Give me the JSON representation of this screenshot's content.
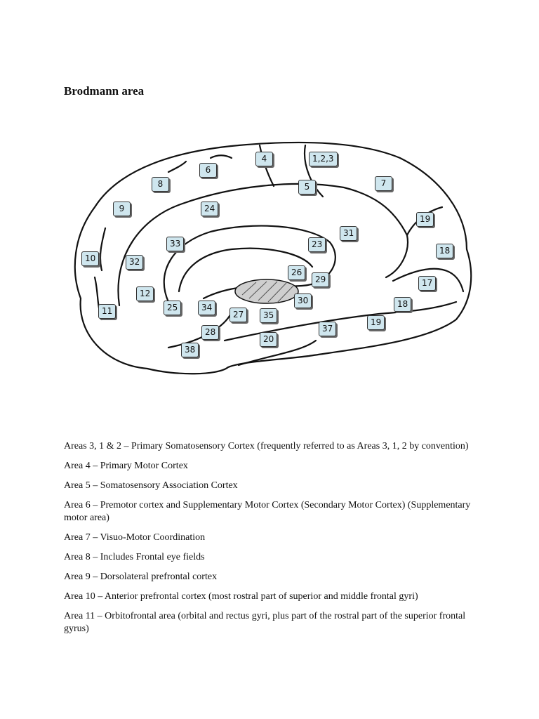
{
  "document": {
    "title": "Brodmann area"
  },
  "figure": {
    "labels": {
      "a4": "4",
      "a123": "1,2,3",
      "a6": "6",
      "a8": "8",
      "a5": "5",
      "a7": "7",
      "a9": "9",
      "a24": "24",
      "a31": "31",
      "a19a": "19",
      "a18a": "18",
      "a33": "33",
      "a23": "23",
      "a10": "10",
      "a32": "32",
      "a26": "26",
      "a29": "29",
      "a17": "17",
      "a12": "12",
      "a30": "30",
      "a18b": "18",
      "a11": "11",
      "a25": "25",
      "a34": "34",
      "a27": "27",
      "a35": "35",
      "a19b": "19",
      "a37": "37",
      "a28": "28",
      "a20": "20",
      "a38": "38"
    }
  },
  "areas": [
    "Areas 3, 1 & 2 – Primary Somatosensory Cortex (frequently referred to as Areas 3, 1, 2 by convention)",
    "Area 4 – Primary Motor Cortex",
    "Area 5 – Somatosensory Association Cortex",
    "Area 6 – Premotor cortex and Supplementary Motor Cortex (Secondary Motor Cortex) (Supplementary motor area)",
    "Area 7 – Visuo-Motor Coordination",
    "Area 8 – Includes Frontal eye fields",
    "Area 9 – Dorsolateral prefrontal cortex",
    "Area 10 – Anterior prefrontal cortex (most rostral part of superior and middle frontal gyri)",
    "Area 11 – Orbitofrontal area (orbital and rectus gyri, plus part of the rostral part of the superior frontal gyrus)"
  ]
}
